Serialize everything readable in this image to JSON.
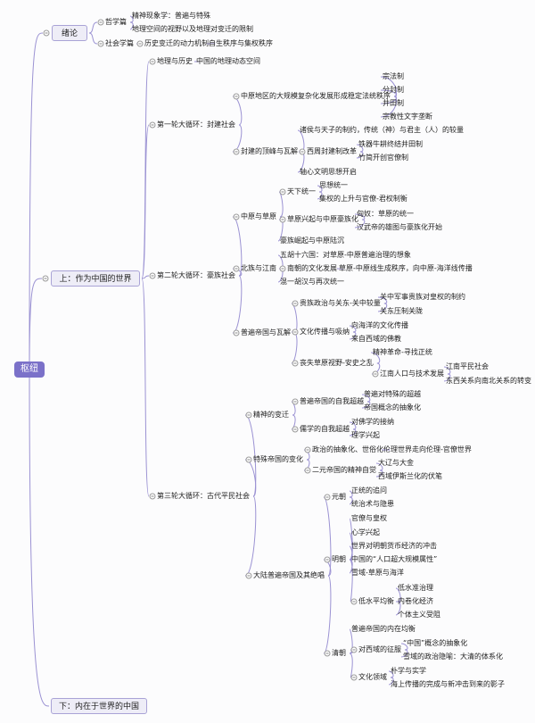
{
  "mindmap": {
    "root": "枢纽",
    "sections": {
      "intro": {
        "label": "绪论",
        "philosophy": {
          "label": "哲学篇",
          "children": [
            "精神现象学：普遍与特殊",
            "地理空间的视野以及地理对变迁的限制"
          ]
        },
        "sociology": {
          "label": "社会学篇",
          "child": "历史变迁的动力机制",
          "grandchild": "自生秩序与集权秩序"
        }
      },
      "part1": {
        "label": "上：作为中国的世界",
        "geo": {
          "label": "地理与历史",
          "child": "中国的地理动态空间"
        },
        "cycle1": {
          "label": "第一轮大循环：封建社会",
          "central": {
            "label": "中原地区的大规模复杂化发展形成稳定法统秩序",
            "children": [
              "宗法制",
              "分封制",
              "井田制",
              "宗教性文字垄断"
            ]
          },
          "decline": {
            "label": "封建的顶峰与瓦解",
            "a": "诸侯与天子的制约，传统（神）与君主（人）的较量",
            "reform": {
              "label": "西周封建制改革",
              "children": [
                "铁器牛耕终结井田制",
                "竹简开创官僚制"
              ]
            },
            "b": "轴心文明思想开启"
          }
        },
        "cycle2": {
          "label": "第二轮大循环：豪族社会",
          "plains": {
            "label": "中原与草原",
            "unify": {
              "label": "天下统一",
              "children": [
                "思想统一",
                "集权的上升与官僚-君权制衡"
              ]
            },
            "steppe": {
              "label": "草原兴起与中原豪族化",
              "children": [
                "匈奴：草原的统一",
                "汉武帝的雄图与豪族化开始"
              ]
            },
            "c": "豪族崛起与中原陆沉"
          },
          "north": {
            "label": "北族与江南",
            "a": "五胡十六国：对草原-中原普遍治理的想象",
            "south": {
              "label": "南朝的文化发展",
              "child": "草原-中原线生成秩序，向中原-海洋线传播"
            },
            "c": "混一胡汉与再次统一"
          },
          "empire": {
            "label": "普遍帝国与瓦解",
            "noble": {
              "label": "贵族政治与关东-关中较量",
              "children": [
                "关中军事贵族对皇权的制约",
                "关东压制关陇"
              ]
            },
            "culture": {
              "label": "文化传播与吸纳",
              "children": [
                "向海洋的文化传播",
                "来自西域的佛教"
              ]
            },
            "lost": {
              "label": "丧失草原视野-安史之乱",
              "a": "精神革命-寻找正统",
              "jiangnan": {
                "label": "江南人口与技术发展",
                "children": [
                  "江南平民社会",
                  "东西关系向南北关系的转变"
                ]
              }
            }
          }
        },
        "cycle3": {
          "label": "第三轮大循环：古代平民社会",
          "spirit": {
            "label": "精神的变迁",
            "self": {
              "label": "普遍帝国的自我超越",
              "children": [
                "普遍对特殊的超越",
                "帝国概念的抽象化"
              ]
            },
            "confucian": {
              "label": "儒学的自我超越",
              "children": [
                "对佛学的接纳",
                "理学兴起"
              ]
            }
          },
          "special": {
            "label": "特殊帝国的变化",
            "politics": {
              "label": "政治的抽象化、世俗化",
              "child": "伦理世界走向伦理-官僚世界"
            },
            "dual": {
              "label": "二元帝国的精神自觉",
              "children": [
                "大辽与大金",
                "西域伊斯兰化的伏笔"
              ]
            }
          },
          "continental": {
            "label": "大陆普遍帝国及其绝唱",
            "yuan": {
              "label": "元朝",
              "children": [
                "正统的追问",
                "统治术与隐患"
              ]
            },
            "ming": {
              "label": "明朝",
              "children": [
                "官僚与皇权",
                "心学兴起",
                "世界对明朝货币经济的冲击",
                "中国的“人口超大规模属性”",
                "雪域-草原与海洋"
              ],
              "low": {
                "label": "低水平均衡",
                "children": [
                  "低水准治理",
                  "内卷化经济",
                  "个体主义受阻"
                ]
              }
            },
            "qing": {
              "label": "清朝",
              "a": "普遍帝国的内在均衡",
              "west": {
                "label": "对西域的征服",
                "children": [
                  "“中国”概念的抽象化",
                  "雪域的政治隐喻：大清的体系化"
                ]
              },
              "culture": {
                "label": "文化领域",
                "children": [
                  "朴学与实学",
                  "海上传播的完成与新冲击到来的影子"
                ]
              }
            }
          }
        }
      },
      "part2": {
        "label": "下：内在于世界的中国"
      }
    }
  }
}
